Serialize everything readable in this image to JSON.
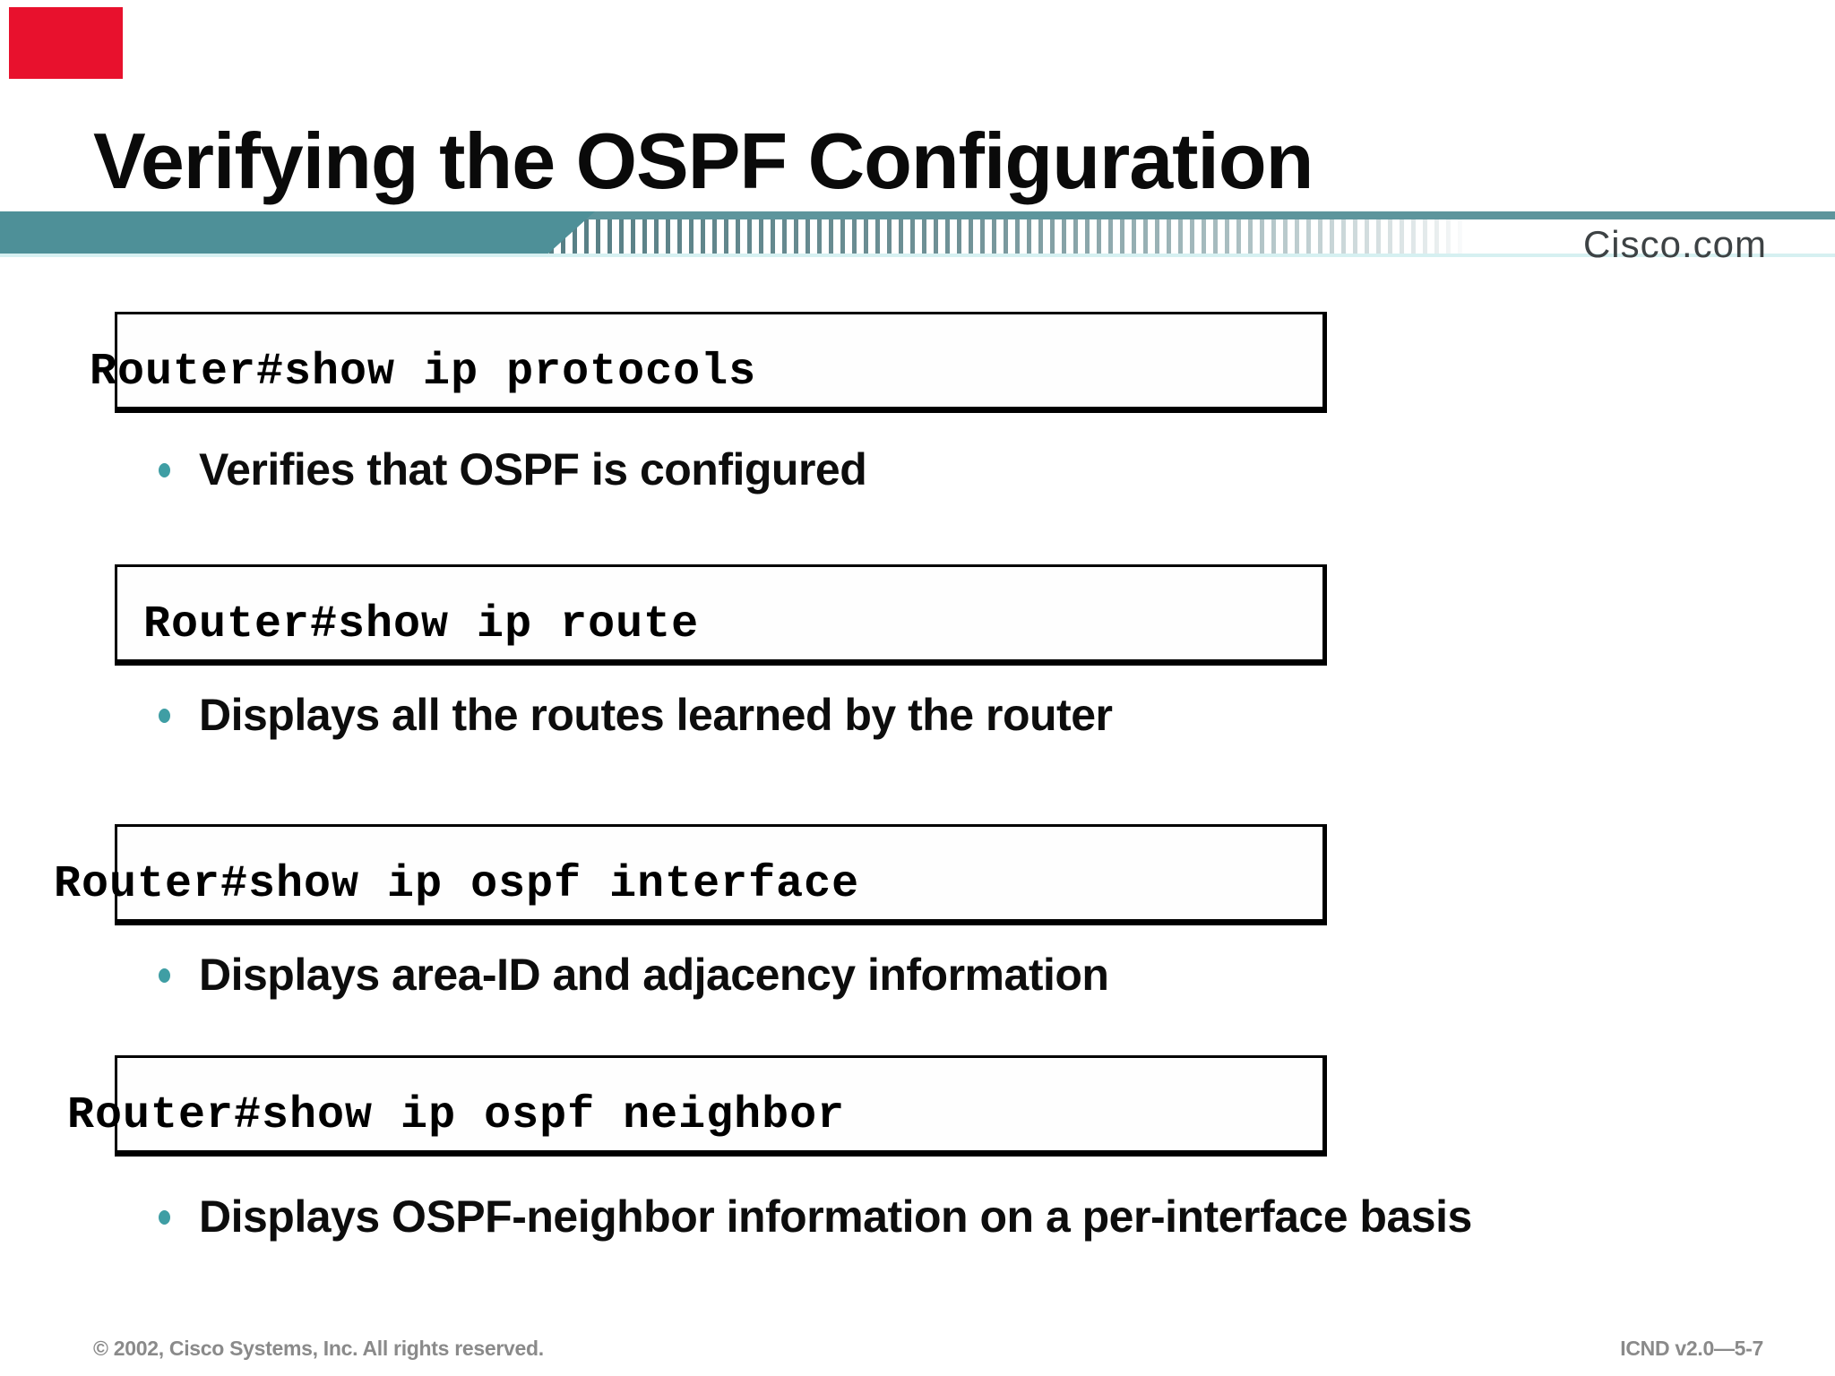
{
  "slide": {
    "title": "Verifying the OSPF Configuration",
    "brand": "Cisco.com",
    "commands": [
      {
        "command": "Router#show ip protocols",
        "description": "Verifies that OSPF is configured"
      },
      {
        "command": "Router#show ip route",
        "description": "Displays all the routes learned by the router"
      },
      {
        "command": "Router#show ip ospf interface",
        "description": "Displays area-ID and adjacency information"
      },
      {
        "command": "Router#show ip ospf neighbor",
        "description": "Displays OSPF-neighbor information on a per-interface basis"
      }
    ],
    "footer": {
      "left": "© 2002, Cisco Systems, Inc. All rights reserved.",
      "right": "ICND v2.0—5-7"
    },
    "colors": {
      "banner_teal": "#4e9098",
      "banner_line": "#5d959c",
      "teeth": "#567e84",
      "bullet_dot": "#3f9ea4",
      "footer_gray": "#8a8a8a",
      "corner_red": "#e8112d"
    }
  }
}
